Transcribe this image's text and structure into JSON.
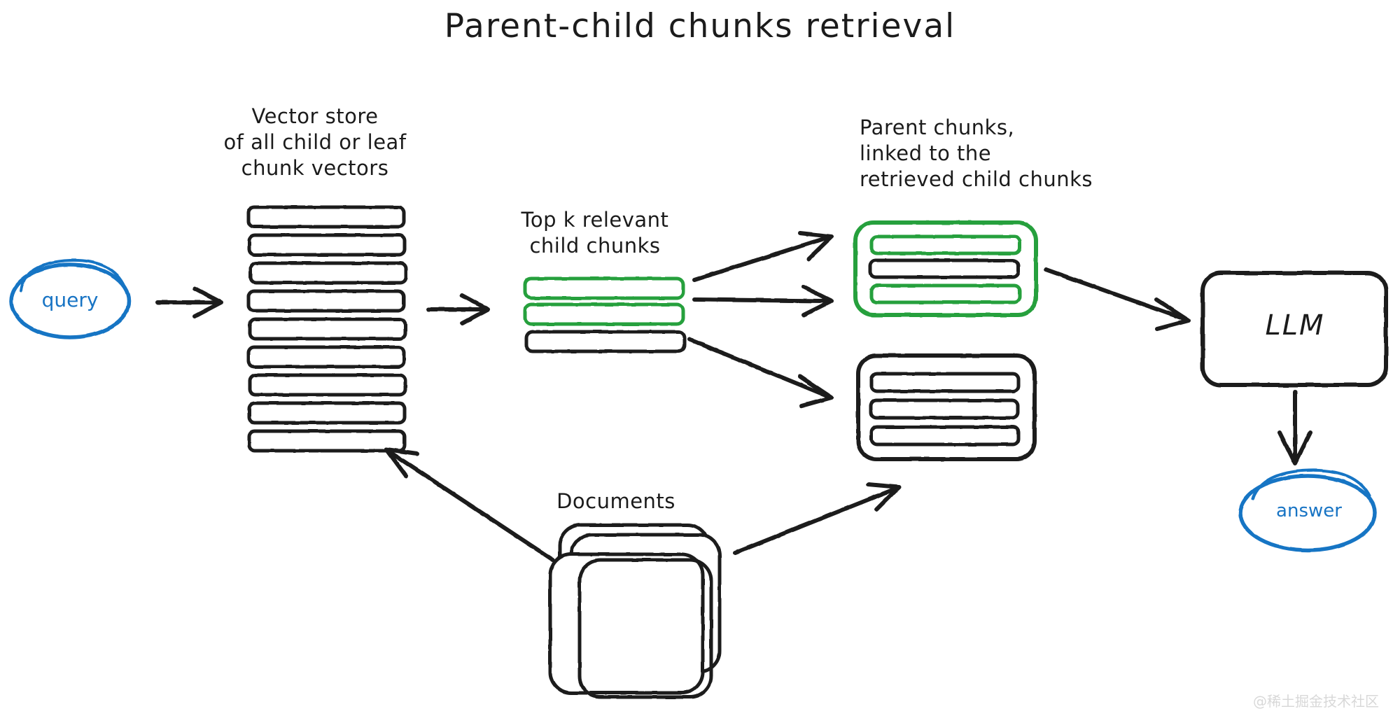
{
  "diagram": {
    "title": "Parent-child chunks retrieval",
    "background_color": "#ffffff",
    "colors": {
      "stroke": "#1b1b1b",
      "accent_blue": "#1874c4",
      "accent_green": "#28a03c",
      "watermark": "#d8d8d8"
    },
    "labels": {
      "vector_store": "Vector store\nof all child or leaf\nchunk vectors",
      "top_k": "Top k relevant\nchild chunks",
      "parent_chunks": "Parent chunks,\nlinked to the\nretrieved child chunks",
      "documents": "Documents"
    },
    "nodes": {
      "query": "query",
      "llm": "LLM",
      "answer": "answer"
    },
    "vector_store": {
      "bar_count": 9,
      "bar_color": "#1b1b1b"
    },
    "top_k_chunks": [
      {
        "color": "#28a03c"
      },
      {
        "color": "#28a03c"
      },
      {
        "color": "#1b1b1b"
      }
    ],
    "parent_chunk_boxes": [
      {
        "border_color": "#28a03c",
        "bars": [
          {
            "color": "#28a03c"
          },
          {
            "color": "#1b1b1b"
          },
          {
            "color": "#28a03c"
          }
        ]
      },
      {
        "border_color": "#1b1b1b",
        "bars": [
          {
            "color": "#1b1b1b"
          },
          {
            "color": "#1b1b1b"
          },
          {
            "color": "#1b1b1b"
          }
        ]
      }
    ],
    "documents_stack": {
      "sheet_count": 3,
      "color": "#1b1b1b"
    },
    "watermark": "@稀土掘金技术社区"
  }
}
